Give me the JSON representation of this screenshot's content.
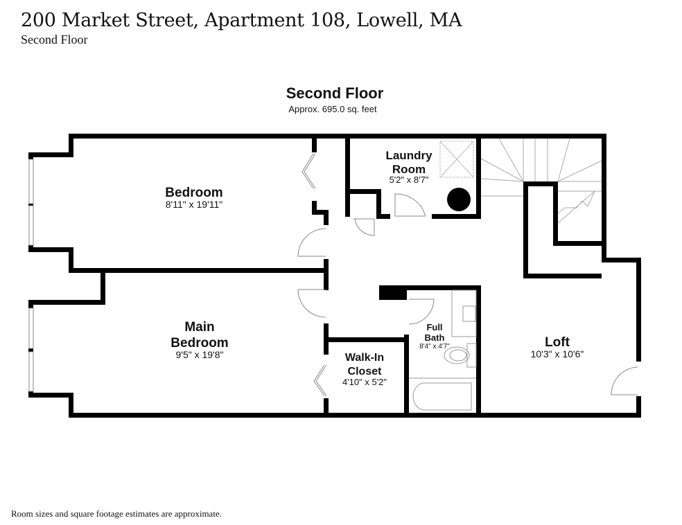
{
  "header": {
    "address": "200 Market Street, Apartment 108, Lowell, MA",
    "subtitle": "Second Floor"
  },
  "plan": {
    "floor_title": "Second Floor",
    "area": "Approx. 695.0 sq. feet",
    "rooms": [
      {
        "name": "Bedroom",
        "dims": "8'11\" x 19'11\""
      },
      {
        "name_line1": "Laundry",
        "name_line2": "Room",
        "dims": "5'2\" x 8'7\""
      },
      {
        "name_line1": "Main",
        "name_line2": "Bedroom",
        "dims": "9'5\" x 19'8\""
      },
      {
        "name_line1": "Walk-In",
        "name_line2": "Closet",
        "dims": "4'10\" x 5'2\""
      },
      {
        "name_line1": "Full",
        "name_line2": "Bath",
        "dims": "8'4\" x 4'7\""
      },
      {
        "name": "Loft",
        "dims": "10'3\" x 10'6\""
      }
    ]
  },
  "footer": {
    "note": "Room sizes and square footage estimates are approximate."
  }
}
